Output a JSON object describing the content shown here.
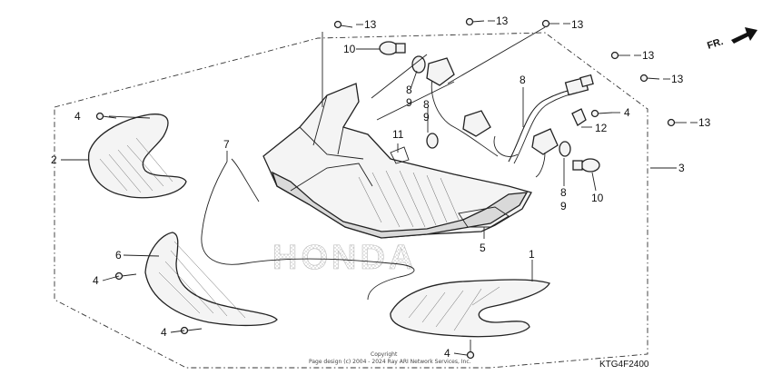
{
  "diagram": {
    "code": "KTG4F2400",
    "direction_label": "FR.",
    "watermark": "HONDA",
    "copyright_line1": "Copyright",
    "copyright_line2": "Page design (c) 2004 - 2024 Ray ARI Network Services, Inc.",
    "callouts": {
      "c1": "1",
      "c2": "2",
      "c3": "3",
      "c4a": "4",
      "c4b": "4",
      "c4c": "4",
      "c4d": "4",
      "c4e": "4",
      "c5": "5",
      "c6": "6",
      "c7": "7",
      "c8a": "8",
      "c8b": "8",
      "c8c": "8",
      "c8d": "8",
      "c9a": "9",
      "c9b": "9",
      "c9c": "9",
      "c10a": "10",
      "c10b": "10",
      "c11": "11",
      "c12": "12",
      "c13a": "13",
      "c13b": "13",
      "c13c": "13",
      "c13d": "13",
      "c13e": "13",
      "c13f": "13"
    }
  }
}
